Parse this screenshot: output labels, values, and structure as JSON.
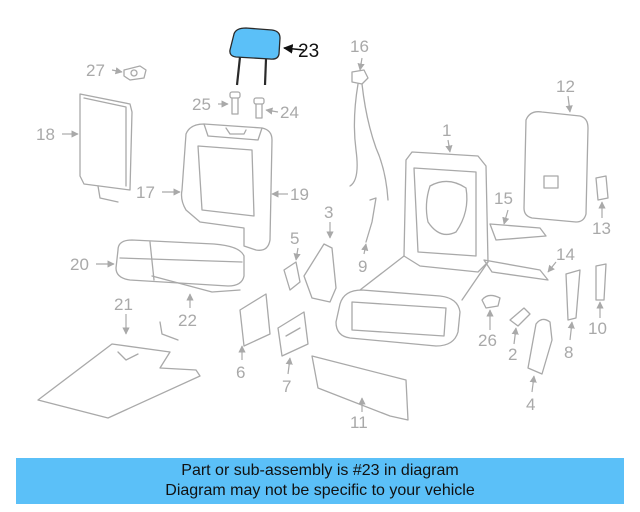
{
  "diagram": {
    "highlight_color": "#5bc0f8",
    "part_color": "#a9a9a9",
    "highlighted_part": "23",
    "callouts": [
      "1",
      "2",
      "3",
      "4",
      "5",
      "6",
      "7",
      "8",
      "9",
      "10",
      "11",
      "12",
      "13",
      "14",
      "15",
      "16",
      "17",
      "18",
      "19",
      "20",
      "21",
      "22",
      "23",
      "24",
      "25",
      "26",
      "27"
    ]
  },
  "banner": {
    "line1": "Part or sub-assembly is #23 in diagram",
    "line2": "Diagram may not be specific to your vehicle"
  }
}
